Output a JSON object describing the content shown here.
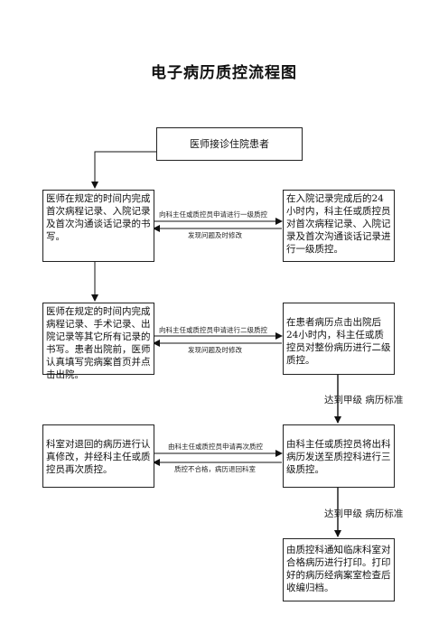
{
  "title": "电子病历质控流程图",
  "nodes": {
    "start": "医师接诊住院患者",
    "left1": "医师在规定的时间内完成首次病程记录、入院记录及首次沟通谈话记录的书写。",
    "right1": "在入院记录完成后的24小时内，科主任或质控员对首次病程记录、入院记录及首次沟通谈话记录进行一级质控。",
    "left2": "医师在规定的时间内完成病程记录、手术记录、出院记录等其它所有记录的书写。患者出院前，医师认真填写完病案首页并点击出院。",
    "right2": "在患者病历点击出院后24小时内，科主任或质控员对整份病历进行二级质控。",
    "left3": "科室对退回的病历进行认真修改，并经科主任或质控员再次质控。",
    "right3": "由科主任或质控员将出科病历发送至质控科进行三级质控。",
    "end": "由质控科通知临床科室对合格病历进行打印。打印好的病历经病案室检查后收编归档。"
  },
  "edges": {
    "e1_top": "向科主任或质控员申请进行一级质控",
    "e1_bottom": "发现问题及时修改",
    "e2_top": "向科主任或质控员申请进行二级质控",
    "e2_bottom": "发现问题及时修改",
    "e3_top": "由科主任或质控员申请再次质控",
    "e3_bottom": "质控不合格，病历退回科室",
    "v1": "达到甲级 病历标准",
    "v2": "达到甲级 病历标准"
  }
}
